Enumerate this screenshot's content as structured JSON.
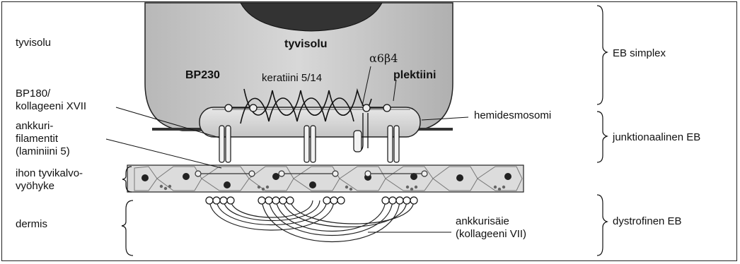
{
  "left_labels": {
    "tyvisolu": "tyvisolu",
    "bp180_line1": "BP180/",
    "bp180_line2": "kollageeni XVII",
    "ankkuri_line1": "ankkuri-",
    "ankkuri_line2": "filamentit",
    "ankkuri_line3": "(laminiini 5)",
    "ihon_line1": "ihon tyvikalvo-",
    "ihon_line2": "vyöhyke",
    "dermis": "dermis"
  },
  "center_labels": {
    "cell": "tyvisolu",
    "bp230": "BP230",
    "keratin": "keratiini 5/14",
    "integrin": "α6β4",
    "plectin": "plektiini",
    "hemidesmosome": "hemidesmosomi",
    "anchoring_fibrils_line1": "ankkurisäie",
    "anchoring_fibrils_line2": "(kollageeni VII)"
  },
  "right_labels": {
    "eb_simplex": "EB simplex",
    "junctional_eb": "junktionaalinen EB",
    "dystrophic_eb": "dystrofinen EB"
  }
}
